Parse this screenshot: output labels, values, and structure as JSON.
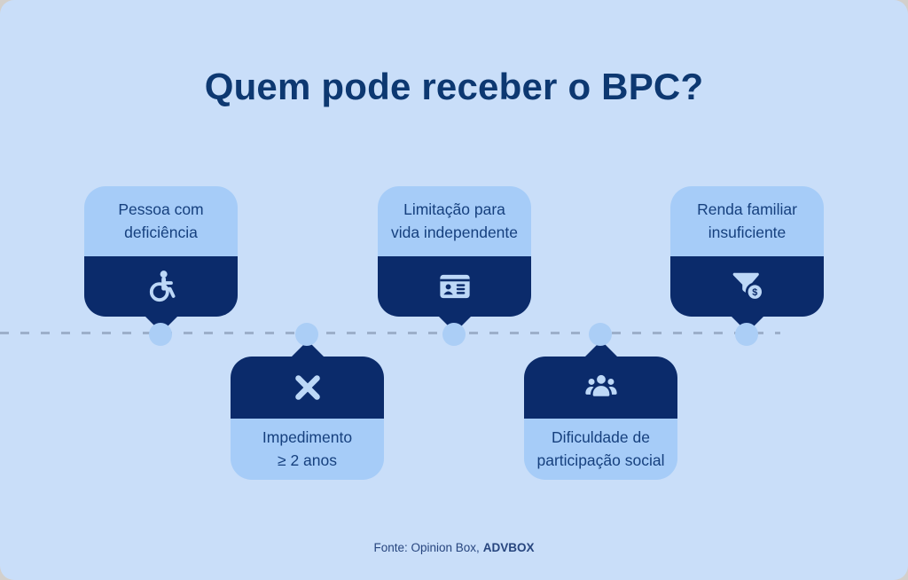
{
  "page": {
    "title": "Quem pode receber o BPC?",
    "footer": {
      "source_prefix": "Fonte: Opinion Box,",
      "source_brand": "ADVBOX"
    }
  },
  "colors": {
    "panel_background": "#c9def9",
    "card_light_blue": "#a6ccf8",
    "card_dark_navy": "#0b2b6b",
    "title_text": "#0d3871",
    "card_text": "#16407e",
    "icon_tint": "#bdd8f7",
    "timeline_dot": "#abcef6",
    "timeline_dash": "#7888a3"
  },
  "timeline": {
    "top_cards": [
      {
        "lines": [
          "Pessoa com",
          "deficiência"
        ],
        "icon": "wheelchair-icon"
      },
      {
        "lines": [
          "Limitação para",
          "vida independente"
        ],
        "icon": "id-card-icon"
      },
      {
        "lines": [
          "Renda familiar",
          "insuficiente"
        ],
        "icon": "funnel-dollar-icon"
      }
    ],
    "bottom_cards": [
      {
        "lines": [
          "Impedimento",
          "≥ 2 anos"
        ],
        "icon": "x-mark-icon"
      },
      {
        "lines": [
          "Dificuldade de",
          "participação social"
        ],
        "icon": "users-icon"
      }
    ]
  },
  "icons": {
    "dollar_sign": "$"
  }
}
